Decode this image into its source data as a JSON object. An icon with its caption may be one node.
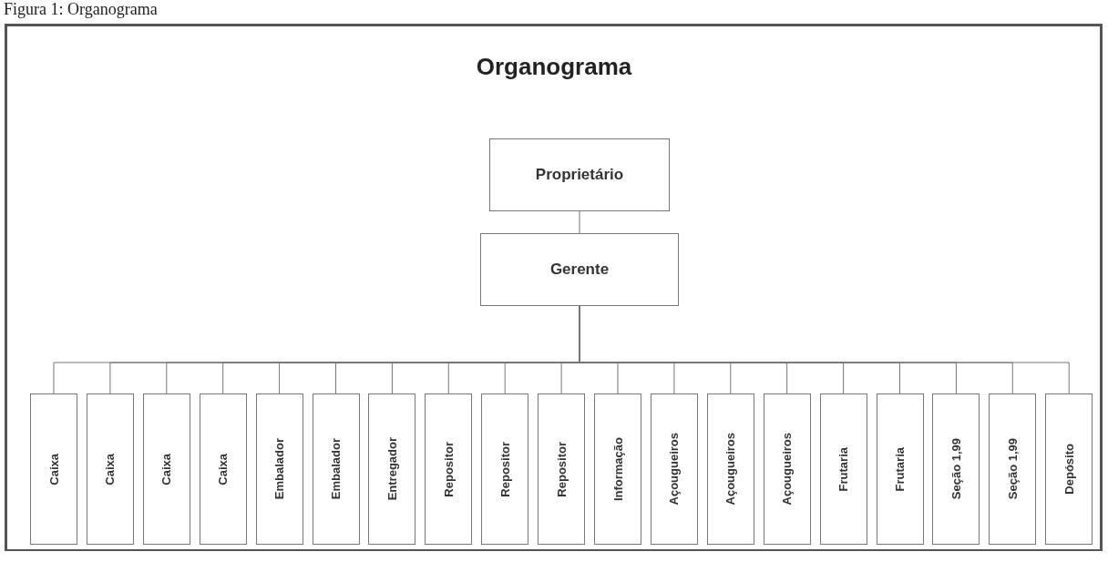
{
  "diagram": {
    "title": "Organograma",
    "caption": "Figura 1: Organograma",
    "nodes": [
      {
        "text": [
          "Proprietário"
        ]
      },
      {
        "text": [
          "Gerente"
        ]
      },
      {
        "text": [
          "Caixa"
        ]
      },
      {
        "text": [
          "Caixa"
        ]
      },
      {
        "text": [
          "Caixa"
        ]
      },
      {
        "text": [
          "Caixa"
        ]
      },
      {
        "text": [
          "Embalador"
        ]
      },
      {
        "text": [
          "Embalador"
        ]
      },
      {
        "text": [
          "Entregador"
        ]
      },
      {
        "text": [
          "Repositor"
        ]
      },
      {
        "text": [
          "Repositor"
        ]
      },
      {
        "text": [
          "Repositor"
        ]
      },
      {
        "text": [
          "Informação"
        ]
      },
      {
        "text": [
          "Açougueiros"
        ]
      },
      {
        "text": [
          "Açougueiros"
        ]
      },
      {
        "text": [
          "Açougueiros"
        ]
      },
      {
        "text": [
          "Frutaria"
        ]
      },
      {
        "text": [
          "Frutaria"
        ]
      },
      {
        "text": [
          "Seção 1,99"
        ]
      },
      {
        "text": [
          "Seção 1,99"
        ]
      },
      {
        "text": [
          "Depósito"
        ]
      }
    ],
    "edges": [
      {
        "from": 0,
        "to": 1,
        "arrow": "none"
      },
      {
        "from": 1,
        "to": 2,
        "arrow": "none"
      },
      {
        "from": 1,
        "to": 3,
        "arrow": "none"
      },
      {
        "from": 1,
        "to": 4,
        "arrow": "none"
      },
      {
        "from": 1,
        "to": 5,
        "arrow": "none"
      },
      {
        "from": 1,
        "to": 6,
        "arrow": "none"
      },
      {
        "from": 1,
        "to": 7,
        "arrow": "none"
      },
      {
        "from": 1,
        "to": 8,
        "arrow": "none"
      },
      {
        "from": 1,
        "to": 9,
        "arrow": "none"
      },
      {
        "from": 1,
        "to": 10,
        "arrow": "none"
      },
      {
        "from": 1,
        "to": 11,
        "arrow": "none"
      },
      {
        "from": 1,
        "to": 12,
        "arrow": "none"
      },
      {
        "from": 1,
        "to": 13,
        "arrow": "none"
      },
      {
        "from": 1,
        "to": 14,
        "arrow": "none"
      },
      {
        "from": 1,
        "to": 15,
        "arrow": "none"
      },
      {
        "from": 1,
        "to": 16,
        "arrow": "none"
      },
      {
        "from": 1,
        "to": 17,
        "arrow": "none"
      },
      {
        "from": 1,
        "to": 18,
        "arrow": "none"
      },
      {
        "from": 1,
        "to": 19,
        "arrow": "none"
      },
      {
        "from": 1,
        "to": 20,
        "arrow": "none"
      }
    ]
  }
}
